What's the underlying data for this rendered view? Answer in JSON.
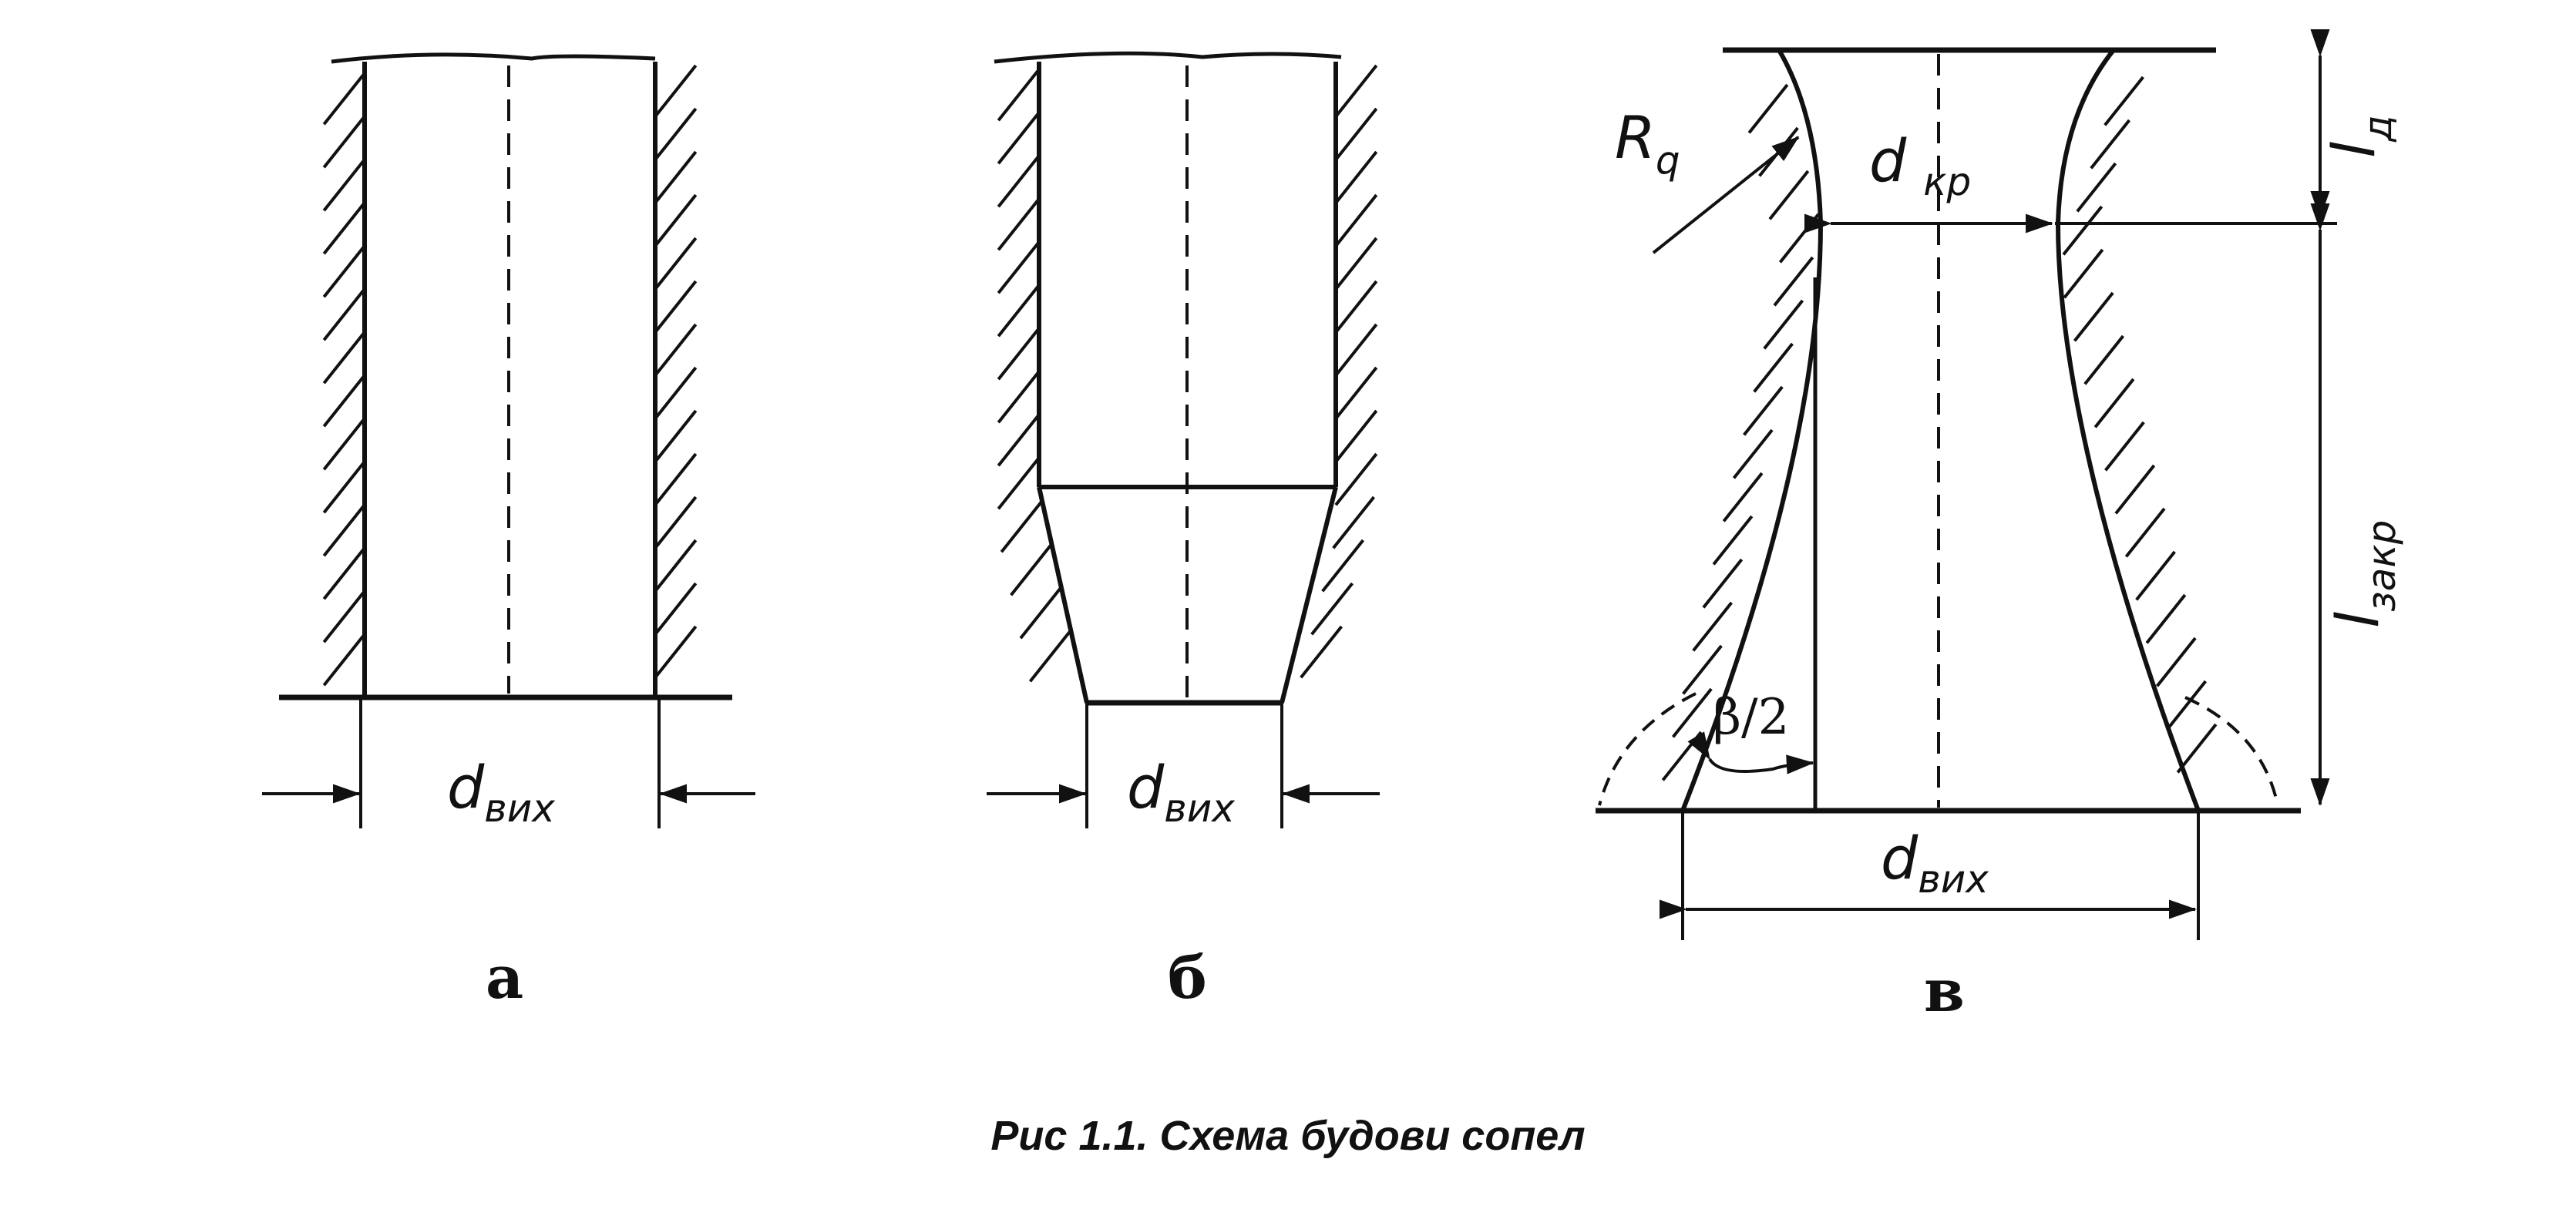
{
  "figure": {
    "caption": "Рис 1.1. Схема будови сопел",
    "panels": [
      {
        "id": "a",
        "letter": "а",
        "exit_label": {
          "main": "d",
          "sub": "вих"
        }
      },
      {
        "id": "b",
        "letter": "б",
        "exit_label": {
          "main": "d",
          "sub": "вих"
        }
      },
      {
        "id": "c",
        "letter": "в",
        "exit_label": {
          "main": "d",
          "sub": "вих"
        },
        "throat_label": {
          "main": "d",
          "sub": "кр"
        },
        "radius_label": {
          "main": "R",
          "sub": "q"
        },
        "inlet_length_label": {
          "main": "l",
          "sub": "д"
        },
        "converging_length_label": {
          "main": "l",
          "sub": "закр"
        },
        "angle_label": "β/2"
      }
    ]
  }
}
